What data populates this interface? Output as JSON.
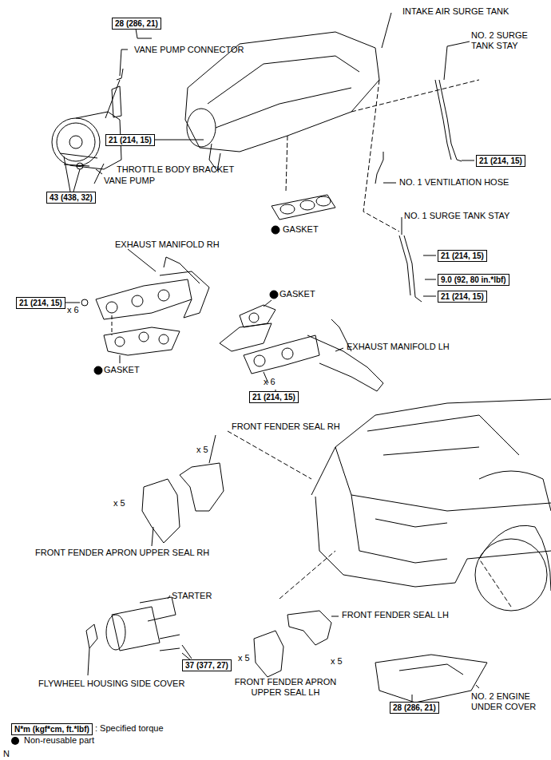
{
  "diagram": {
    "nodes": [
      {
        "text": [
          "28 (286, 21)"
        ]
      },
      {
        "text": [
          "21 (214, 15)"
        ]
      },
      {
        "text": [
          "21 (214, 15)"
        ]
      },
      {
        "text": [
          "43 (438, 32)"
        ]
      },
      {
        "text": [
          "21 (214, 15)"
        ]
      },
      {
        "text": [
          "9.0 (92, 80 in.*lbf)"
        ]
      },
      {
        "text": [
          "21 (214, 15)"
        ]
      },
      {
        "text": [
          "21 (214, 15)"
        ]
      },
      {
        "text": [
          "21 (214, 15)"
        ]
      },
      {
        "text": [
          "37 (377, 27)"
        ]
      },
      {
        "text": [
          "28 (286, 21)"
        ]
      },
      {
        "text": [
          "N*m (kgf*cm, ft.*lbf)"
        ]
      }
    ],
    "labels": [
      "VANE PUMP CONNECTOR",
      "INTAKE AIR SURGE TANK",
      "NO. 2 SURGE TANK STAY",
      "VANE PUMP",
      "THROTTLE BODY BRACKET",
      "NO. 1 VENTILATION HOSE",
      "GASKET",
      "NO. 1 SURGE TANK STAY",
      "EXHAUST MANIFOLD RH",
      "x 6",
      "GASKET",
      "GASKET",
      "EXHAUST MANIFOLD LH",
      "x 6",
      "FRONT FENDER SEAL RH",
      "x 5",
      "x 5",
      "FRONT FENDER APRON UPPER SEAL RH",
      "STARTER",
      "FRONT FENDER SEAL LH",
      "x 5",
      "FLYWHEEL HOUSING SIDE COVER",
      "x 5",
      "FRONT FENDER APRON UPPER SEAL LH",
      "NO. 2 ENGINE UNDER COVER",
      ": Specified torque",
      "N"
    ],
    "legend": [
      {
        "text": "Non-reusable part"
      }
    ]
  }
}
